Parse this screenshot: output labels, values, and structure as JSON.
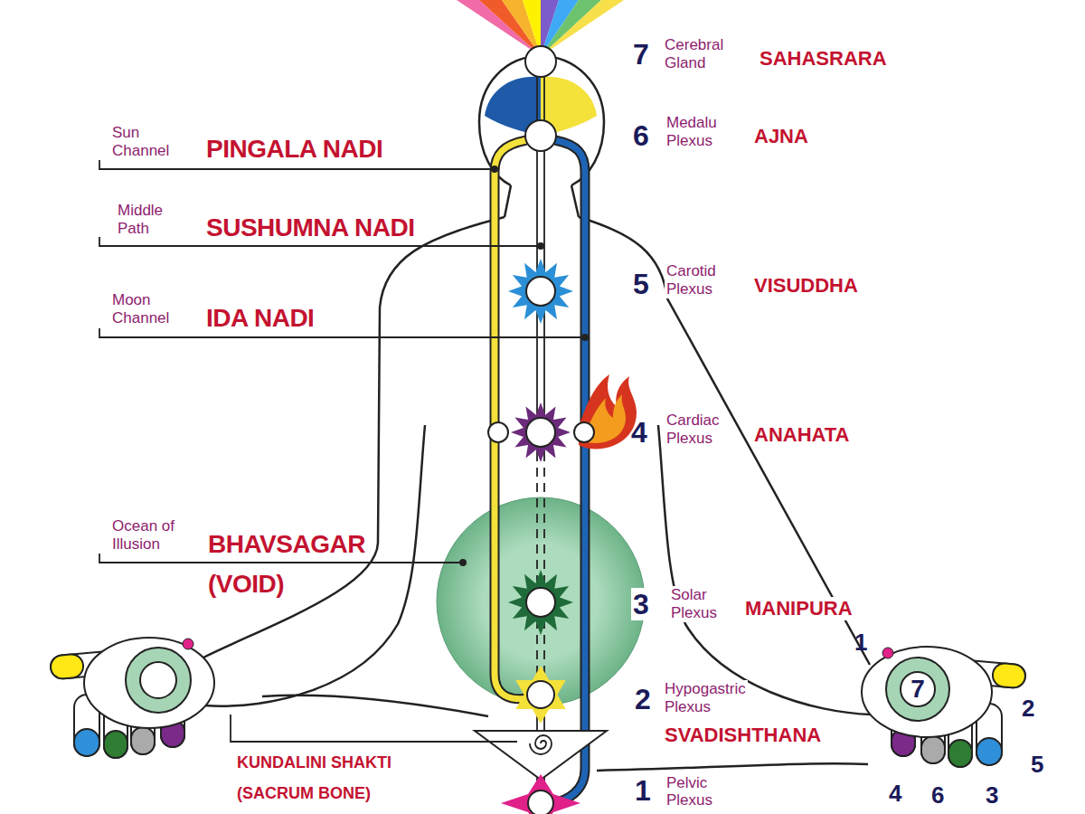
{
  "diagram": {
    "nodes": [
      {
        "text": [
          "7"
        ]
      }
    ],
    "labels": [
      "Sun Channel",
      "PINGALA NADI",
      "Middle Path",
      "SUSHUMNA NADI",
      "Moon Channel",
      "IDA NADI",
      "Ocean of Illusion",
      "BHAVSAGAR (VOID)",
      "KUNDALINI SHAKTI (SACRUM BONE)",
      "7",
      "Cerebral Gland",
      "SAHASRARA",
      "6",
      "Medalu Plexus",
      "AJNA",
      "5",
      "Carotid Plexus",
      "VISUDDHA",
      "4",
      "Cardiac Plexus",
      "ANAHATA",
      "3",
      "Solar Plexus",
      "MANIPURA",
      "2",
      "Hypogastric Plexus",
      "SVADISHTHANA",
      "1",
      "Pelvic Plexus",
      "1",
      "2",
      "5",
      "4",
      "6",
      "3"
    ]
  }
}
